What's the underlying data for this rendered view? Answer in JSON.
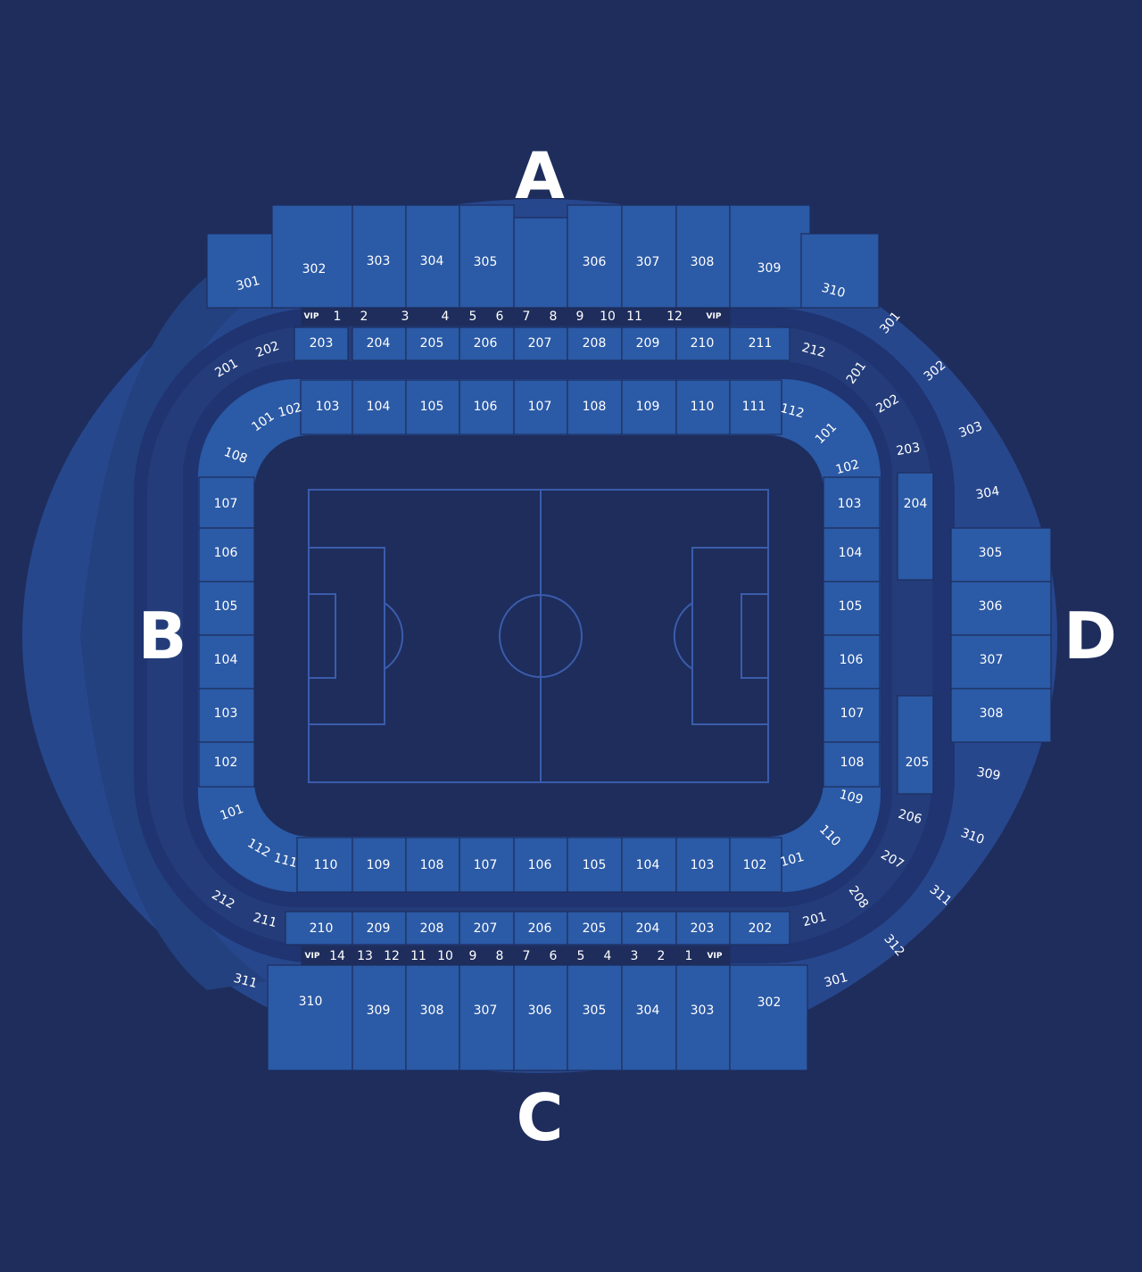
{
  "colors": {
    "background": "#1e2d5c",
    "section": "#2b5aa6",
    "outer_ring": "#27478d",
    "concourse": "#22386f",
    "pitch": "#1e2d5c",
    "pitch_lines": "#3a5cab",
    "text": "#ffffff"
  },
  "stands": {
    "A": "A",
    "B": "B",
    "C": "C",
    "D": "D"
  },
  "vip_label": "VIP",
  "stand_a": {
    "upper": [
      "301",
      "302",
      "303",
      "304",
      "305",
      "",
      "306",
      "307",
      "308",
      "309",
      "310"
    ],
    "boxes": [
      "1",
      "2",
      "3",
      "4",
      "5",
      "6",
      "7",
      "8",
      "9",
      "10",
      "11",
      "12"
    ],
    "middle": [
      "201",
      "202",
      "203",
      "204",
      "205",
      "206",
      "207",
      "208",
      "209",
      "210",
      "211",
      "212"
    ],
    "lower": [
      "101",
      "102",
      "103",
      "104",
      "105",
      "106",
      "107",
      "108",
      "109",
      "110",
      "111",
      "112"
    ]
  },
  "stand_b": {
    "lower": [
      "108",
      "107",
      "106",
      "105",
      "104",
      "103",
      "102",
      "101"
    ]
  },
  "stand_c": {
    "lower": [
      "112",
      "111",
      "110",
      "109",
      "108",
      "107",
      "106",
      "105",
      "104",
      "103",
      "102",
      "101"
    ],
    "middle": [
      "212",
      "211",
      "210",
      "209",
      "208",
      "207",
      "206",
      "205",
      "204",
      "203",
      "202",
      "201"
    ],
    "boxes": [
      "14",
      "13",
      "12",
      "11",
      "10",
      "9",
      "8",
      "7",
      "6",
      "5",
      "4",
      "3",
      "2",
      "1"
    ],
    "upper": [
      "311",
      "310",
      "309",
      "308",
      "307",
      "306",
      "305",
      "304",
      "303",
      "302",
      "301"
    ]
  },
  "stand_d": {
    "lower": [
      "101",
      "102",
      "103",
      "104",
      "105",
      "106",
      "107",
      "108",
      "109",
      "110"
    ],
    "middle": [
      "201",
      "202",
      "203",
      "204",
      "205",
      "206",
      "207",
      "208"
    ],
    "upper": [
      "301",
      "302",
      "303",
      "304",
      "305",
      "306",
      "307",
      "308",
      "309",
      "310",
      "311",
      "312"
    ]
  }
}
